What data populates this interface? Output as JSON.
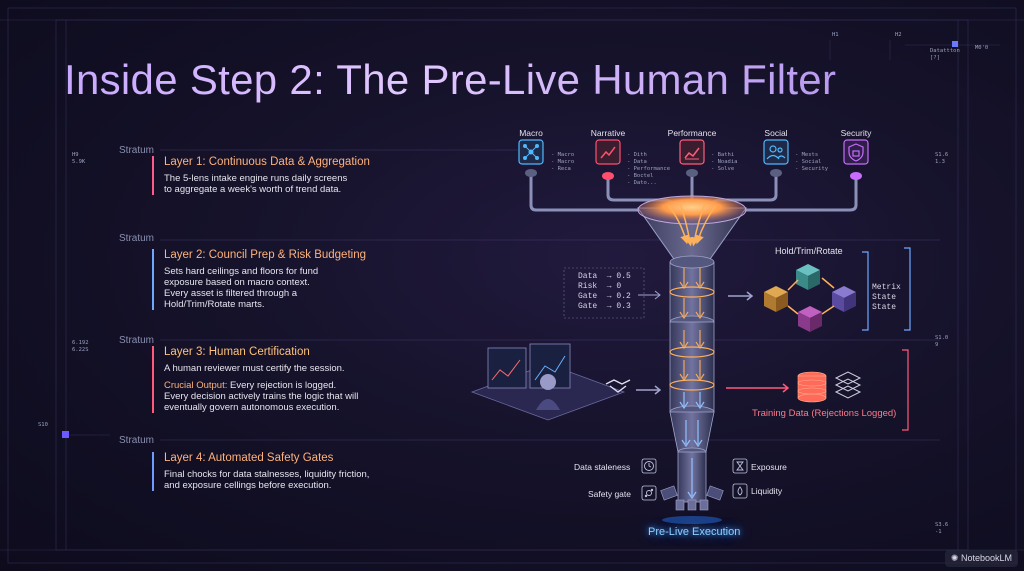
{
  "title": "Inside Step 2: The Pre-Live Human Filter",
  "stratum_label": "Stratum",
  "layers": [
    {
      "heading": "Layer 1: Continuous Data & Aggregation",
      "body": [
        "The 5-lens intake engine runs daily screens",
        "to aggregate a week's worth of trend data."
      ]
    },
    {
      "heading": "Layer 2: Council Prep & Risk Budgeting",
      "body": [
        "Sets hard ceilings and floors for fund",
        "exposure based on macro context.",
        "Every asset is filtered through a",
        "Hold/Trim/Rotate marts."
      ]
    },
    {
      "heading": "Layer 3: Human Certification",
      "body": [
        "A human reviewer must certify the session."
      ],
      "crucial_label": "Crucial Output:",
      "crucial_text": "Every rejection is logged.",
      "crucial_more": [
        "Every decision actively trains the logic that will",
        "eventually govern autonomous execution."
      ]
    },
    {
      "heading": "Layer 4: Automated Safety Gates",
      "body": [
        "Final chocks for data stalnesses, liquidity friction,",
        "and exposure cellings before execution."
      ]
    }
  ],
  "lenses": [
    {
      "label": "Macro",
      "icon": "network-icon",
      "color": "#4fb8ff",
      "sub": "- Macro\n- Macro\n- Reca"
    },
    {
      "label": "Narrative",
      "icon": "trend-up-icon",
      "color": "#ff4f6e",
      "sub": "- Dith\n- Data\n- Performance\n- Boctel\n- Dato..."
    },
    {
      "label": "Performance",
      "icon": "line-chart-icon",
      "color": "#ff5d7a",
      "sub": "- Bathi\n- Noadia\n- Solve"
    },
    {
      "label": "Social",
      "icon": "people-icon",
      "color": "#4fb8ff",
      "sub": "- Mests\n- Social\n- Security"
    },
    {
      "label": "Security",
      "icon": "lock-shield-icon",
      "color": "#c86bff",
      "sub": ""
    }
  ],
  "risk_readout": [
    "Data  → 0.5",
    "Risk  → 0",
    "Gate  → 0.2",
    "Gate  → 0.3"
  ],
  "hold_trim_rotate": {
    "title": "Hold/Trim/Rotate",
    "legend": [
      "Metrix",
      "State",
      "State"
    ]
  },
  "training_data_label": "Training Data (Rejections Logged)",
  "gates": {
    "data_staleness": "Data staleness",
    "safety_gate": "Safety gate",
    "exposure": "Exposure",
    "liquidity": "Liquidity"
  },
  "output_label": "Pre-Live Execution",
  "brand": "NotebookLM",
  "margin_marks": {
    "top_h1": "H1",
    "top_h2": "H2",
    "top_right": "Datattton\n[?]",
    "top_right2": "M0'0",
    "left_1": "H9\n5.9K",
    "left_2": "6.192\n6.22S",
    "left_3": "S10",
    "right_1": "S1.6\n1.3",
    "right_2": "S1.0\n9",
    "right_3": "S3.6\n-1"
  },
  "colors": {
    "accent_orange": "#ffb27a",
    "accent_pink": "#ff5a8a",
    "accent_blue": "#6fa8ff",
    "funnel_glow": "#ffb05a"
  }
}
